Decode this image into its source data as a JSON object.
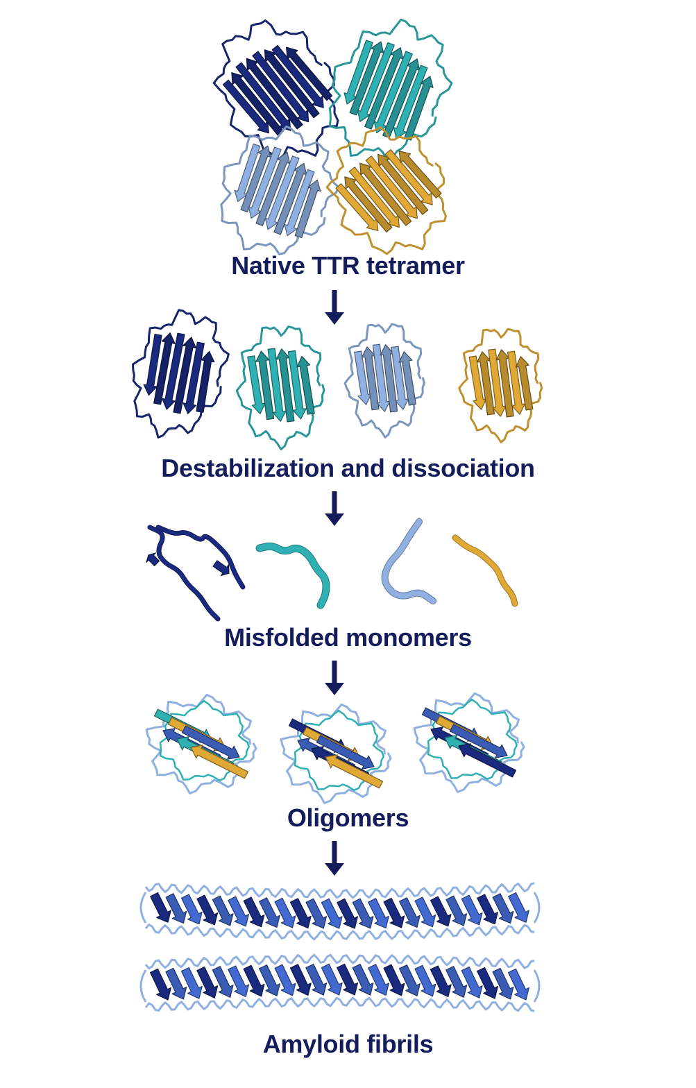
{
  "colors": {
    "navy": "#1a2a7e",
    "blue": "#3a5cb5",
    "teal": "#2fb0b3",
    "lightblue": "#8fb0e0",
    "gold": "#e0a936",
    "text": "#141c5c"
  },
  "stages": [
    {
      "label": "Native TTR tetramer"
    },
    {
      "label": "Destabilization and dissociation"
    },
    {
      "label": "Misfolded monomers"
    },
    {
      "label": "Oligomers"
    },
    {
      "label": "Amyloid fibrils"
    }
  ],
  "icons": {
    "arrow": "down-arrow-icon",
    "tetramer": "ttr-tetramer-icon",
    "folded_monomer": "folded-monomer-icon",
    "misfolded_monomer": "misfolded-monomer-icon",
    "oligomer": "oligomer-icon",
    "fibril": "amyloid-fibril-icon"
  }
}
